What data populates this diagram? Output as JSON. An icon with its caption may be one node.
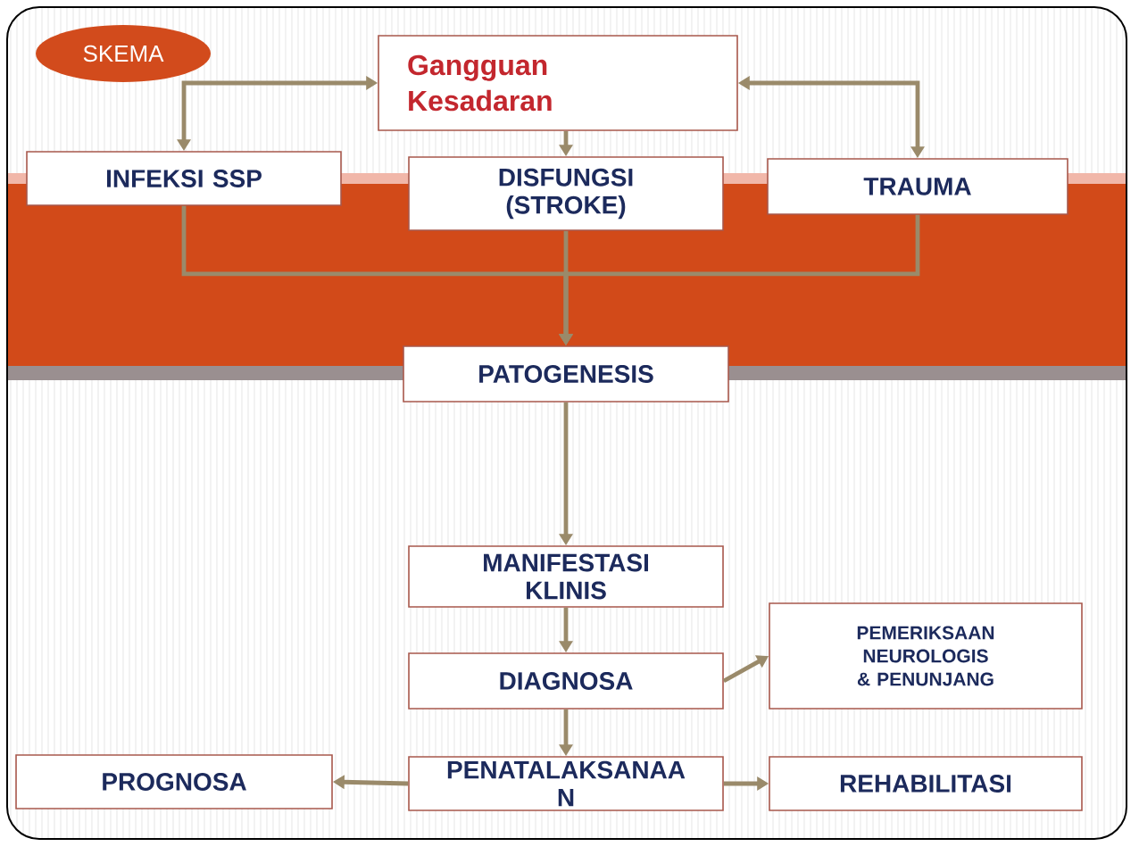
{
  "diagram": {
    "nodes": [
      {
        "text": [
          "SKEMA"
        ]
      },
      {
        "text": [
          "Gangguan Kesadaran"
        ]
      },
      {
        "text": [
          "INFEKSI SSP"
        ]
      },
      {
        "text": [
          "DISFUNGSI (STROKE)"
        ]
      },
      {
        "text": [
          "TRAUMA"
        ]
      },
      {
        "text": [
          "PATOGENESIS"
        ]
      },
      {
        "text": [
          "MANIFESTASI KLINIS"
        ]
      },
      {
        "text": [
          "DIAGNOSA"
        ]
      },
      {
        "text": [
          "PEMERIKSAAN NEUROLOGIS & PENUNJANG"
        ]
      },
      {
        "text": [
          "PROGNOSA"
        ]
      },
      {
        "text": [
          "PENATALAKSANAA N"
        ]
      },
      {
        "text": [
          "REHABILITASI"
        ]
      }
    ],
    "edges": [
      {
        "from": 1,
        "to": 2,
        "arrow": "both"
      },
      {
        "from": 1,
        "to": 4,
        "arrow": "both"
      },
      {
        "from": 1,
        "to": 3,
        "arrow": "to"
      },
      {
        "from": 2,
        "to": 5,
        "arrow": "to"
      },
      {
        "from": 3,
        "to": 5,
        "arrow": "to"
      },
      {
        "from": 4,
        "to": 5,
        "arrow": "to"
      },
      {
        "from": 5,
        "to": 6,
        "arrow": "to"
      },
      {
        "from": 6,
        "to": 7,
        "arrow": "to"
      },
      {
        "from": 7,
        "to": 8,
        "arrow": "to"
      },
      {
        "from": 7,
        "to": 10,
        "arrow": "to"
      },
      {
        "from": 10,
        "to": 9,
        "arrow": "to"
      },
      {
        "from": 10,
        "to": 11,
        "arrow": "to"
      }
    ]
  }
}
